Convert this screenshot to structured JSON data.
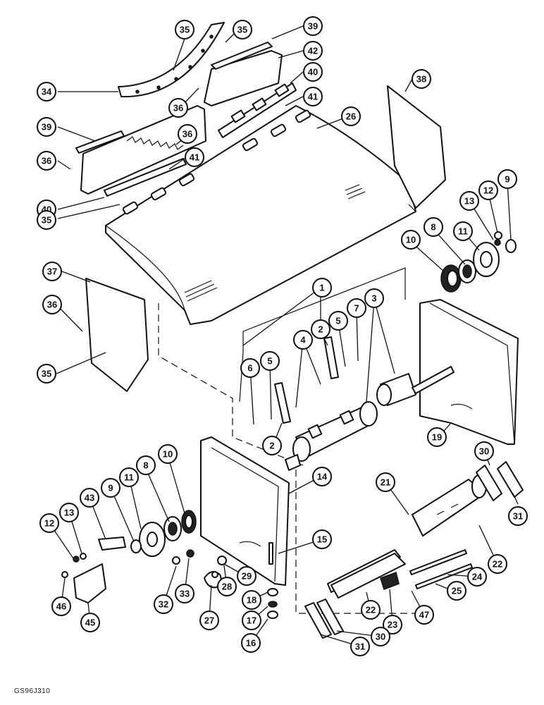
{
  "figure": {
    "reference_code": "GS96J310"
  },
  "callouts": [
    {
      "id": "c-35a",
      "label": "35"
    },
    {
      "id": "c-35b",
      "label": "35"
    },
    {
      "id": "c-39a",
      "label": "39"
    },
    {
      "id": "c-42",
      "label": "42"
    },
    {
      "id": "c-40a",
      "label": "40"
    },
    {
      "id": "c-34",
      "label": "34"
    },
    {
      "id": "c-36a",
      "label": "36"
    },
    {
      "id": "c-41a",
      "label": "41"
    },
    {
      "id": "c-38",
      "label": "38"
    },
    {
      "id": "c-26",
      "label": "26"
    },
    {
      "id": "c-39b",
      "label": "39"
    },
    {
      "id": "c-36b",
      "label": "36"
    },
    {
      "id": "c-36c",
      "label": "36"
    },
    {
      "id": "c-41b",
      "label": "41"
    },
    {
      "id": "c-40b",
      "label": "40"
    },
    {
      "id": "c-35c",
      "label": "35"
    },
    {
      "id": "c-9a",
      "label": "9"
    },
    {
      "id": "c-13a",
      "label": "13"
    },
    {
      "id": "c-12a",
      "label": "12"
    },
    {
      "id": "c-11a",
      "label": "11"
    },
    {
      "id": "c-8a",
      "label": "8"
    },
    {
      "id": "c-10a",
      "label": "10"
    },
    {
      "id": "c-37",
      "label": "37"
    },
    {
      "id": "c-1",
      "label": "1"
    },
    {
      "id": "c-36d",
      "label": "36"
    },
    {
      "id": "c-2a",
      "label": "2"
    },
    {
      "id": "c-5a",
      "label": "5"
    },
    {
      "id": "c-7",
      "label": "7"
    },
    {
      "id": "c-3",
      "label": "3"
    },
    {
      "id": "c-4",
      "label": "4"
    },
    {
      "id": "c-35d",
      "label": "35"
    },
    {
      "id": "c-6",
      "label": "6"
    },
    {
      "id": "c-5b",
      "label": "5"
    },
    {
      "id": "c-2b",
      "label": "2"
    },
    {
      "id": "c-19",
      "label": "19"
    },
    {
      "id": "c-30a",
      "label": "30"
    },
    {
      "id": "c-11b",
      "label": "11"
    },
    {
      "id": "c-8b",
      "label": "8"
    },
    {
      "id": "c-10b",
      "label": "10"
    },
    {
      "id": "c-43",
      "label": "43"
    },
    {
      "id": "c-9b",
      "label": "9"
    },
    {
      "id": "c-14",
      "label": "14"
    },
    {
      "id": "c-21",
      "label": "21"
    },
    {
      "id": "c-31a",
      "label": "31"
    },
    {
      "id": "c-12b",
      "label": "12"
    },
    {
      "id": "c-13b",
      "label": "13"
    },
    {
      "id": "c-15",
      "label": "15"
    },
    {
      "id": "c-22a",
      "label": "22"
    },
    {
      "id": "c-24",
      "label": "24"
    },
    {
      "id": "c-25",
      "label": "25"
    },
    {
      "id": "c-46",
      "label": "46"
    },
    {
      "id": "c-32",
      "label": "32"
    },
    {
      "id": "c-33",
      "label": "33"
    },
    {
      "id": "c-28",
      "label": "28"
    },
    {
      "id": "c-29",
      "label": "29"
    },
    {
      "id": "c-27",
      "label": "27"
    },
    {
      "id": "c-18",
      "label": "18"
    },
    {
      "id": "c-17",
      "label": "17"
    },
    {
      "id": "c-16",
      "label": "16"
    },
    {
      "id": "c-22b",
      "label": "22"
    },
    {
      "id": "c-23",
      "label": "23"
    },
    {
      "id": "c-47",
      "label": "47"
    },
    {
      "id": "c-45",
      "label": "45"
    },
    {
      "id": "c-31b",
      "label": "31"
    },
    {
      "id": "c-30b",
      "label": "30"
    }
  ]
}
